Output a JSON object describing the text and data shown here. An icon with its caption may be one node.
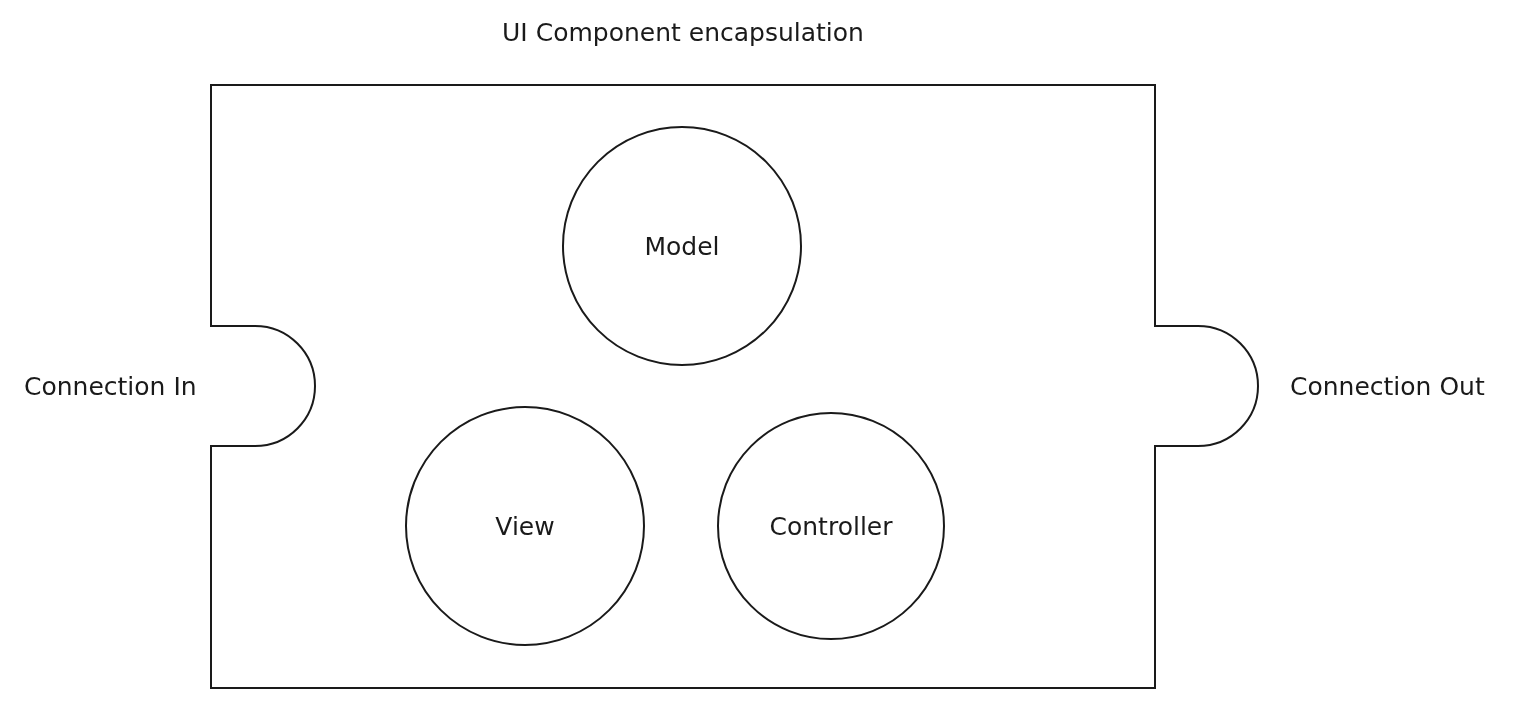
{
  "diagram": {
    "nodes": [
      {
        "text": [
          "UI Component encapsulation"
        ]
      },
      {
        "text": [
          "Model"
        ],
        "in": 0
      },
      {
        "text": [
          "View"
        ],
        "in": 0
      },
      {
        "text": [
          "Controller"
        ],
        "in": 0
      }
    ],
    "labels": [
      "Connection In",
      "Connection Out"
    ]
  }
}
